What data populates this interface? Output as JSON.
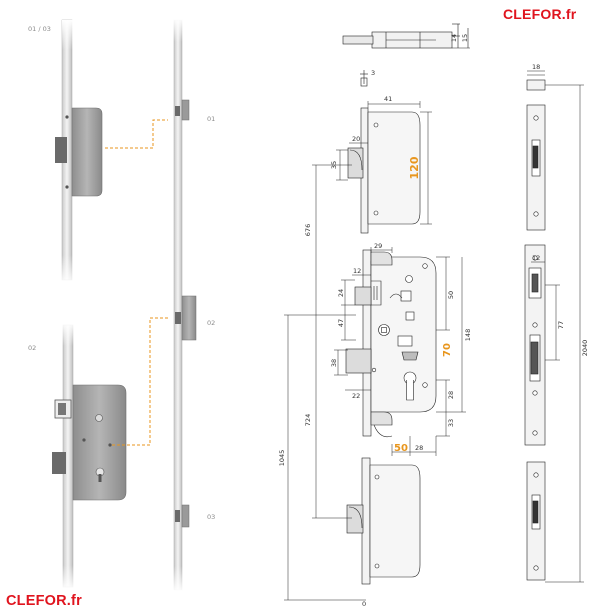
{
  "brand": {
    "top": "CLEFOR.fr",
    "bottom": "CLEFOR.fr"
  },
  "labels": {
    "view_top_detail": "01 / 03",
    "view_center_detail": "02",
    "view_01": "01",
    "view_02": "02",
    "view_03": "03"
  },
  "dims": {
    "top_14": "14",
    "top_15": "15",
    "faceplate_3": "3",
    "hook_width_41": "41",
    "hook_throw_20": "20",
    "hook_height_35": "35",
    "hook_length_120": "120",
    "center_top_29": "29",
    "latch_12": "12",
    "latch_24": "24",
    "latch_47": "47",
    "deadbolt_38": "38",
    "deadbolt_throw_22": "22",
    "center_50": "50",
    "center_148": "148",
    "axis_distance_70": "70",
    "center_28": "28",
    "center_33": "33",
    "backset_50": "50",
    "bottom_28": "28",
    "distance_676": "676",
    "distance_724": "724",
    "distance_1045": "1045",
    "zero": "0",
    "strike_18": "18",
    "strike_12": "12",
    "strike_77": "77",
    "strike_2040": "2040"
  },
  "colors": {
    "brand_red": "#e0141e",
    "accent_orange": "#e8961e",
    "line": "#222222"
  }
}
